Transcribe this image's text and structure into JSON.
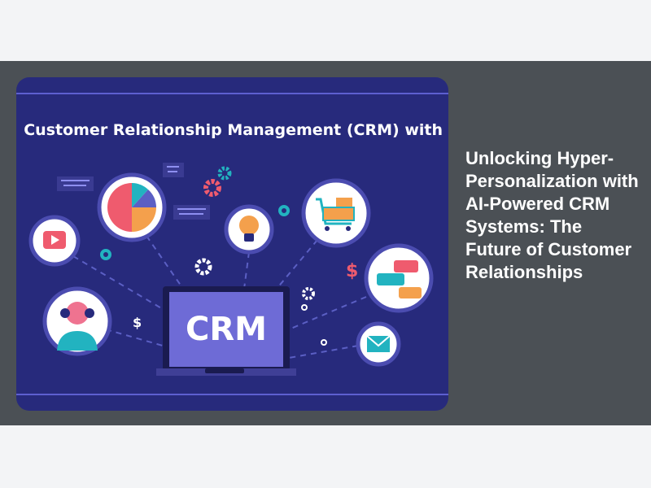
{
  "article": {
    "title": "Unlocking Hyper-Personalization with AI-Powered CRM Systems: The Future of Customer Relationships",
    "image": {
      "heading": "Customer Relationship Management (CRM) with",
      "screen_text": "CRM",
      "dollar_symbol": "$"
    }
  },
  "colors": {
    "banner": "#4b5055",
    "image_bg": "#272a7c",
    "screen": "#6e6bd6",
    "accent_red": "#ef5b6e",
    "accent_teal": "#22b3c0",
    "accent_orange": "#f4a04c"
  }
}
